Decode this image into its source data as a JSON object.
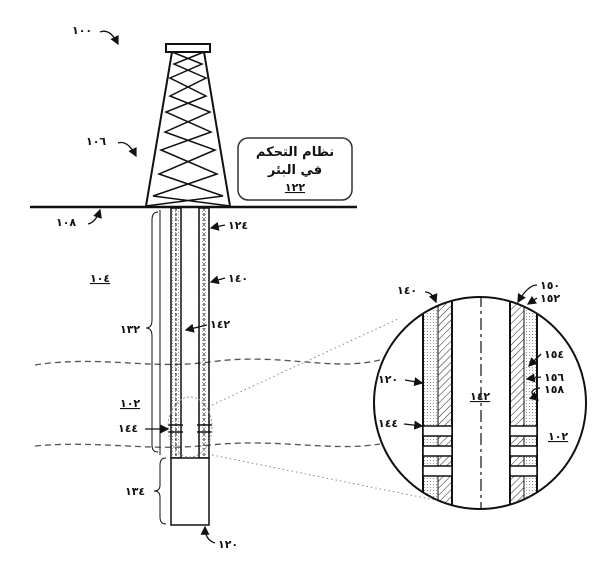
{
  "control_box": {
    "line1": "نظام التحكم",
    "line2": "في البئر",
    "ref": "١٢٢"
  },
  "labels": {
    "system": "١٠٠",
    "derrick": "١٠٦",
    "surface": "١٠٨",
    "region_upper": "١٠٤",
    "tubing": "١٢٤",
    "coil": "١٤٠",
    "section_132": "١٣٢",
    "bore": "١٤٢",
    "formation": "١٠٢",
    "perforations": "١٤٤",
    "section_134": "١٣٤",
    "wellbore": "١٢٠"
  },
  "detail": {
    "coil": "١٤٠",
    "layer_150": "١٥٠",
    "layer_152": "١٥٢",
    "layer_154": "١٥٤",
    "layer_156": "١٥٦",
    "layer_158": "١٥٨",
    "wellbore": "١٢٠",
    "perforations": "١٤٤",
    "bore": "١٤٢",
    "formation": "١٠٢"
  }
}
